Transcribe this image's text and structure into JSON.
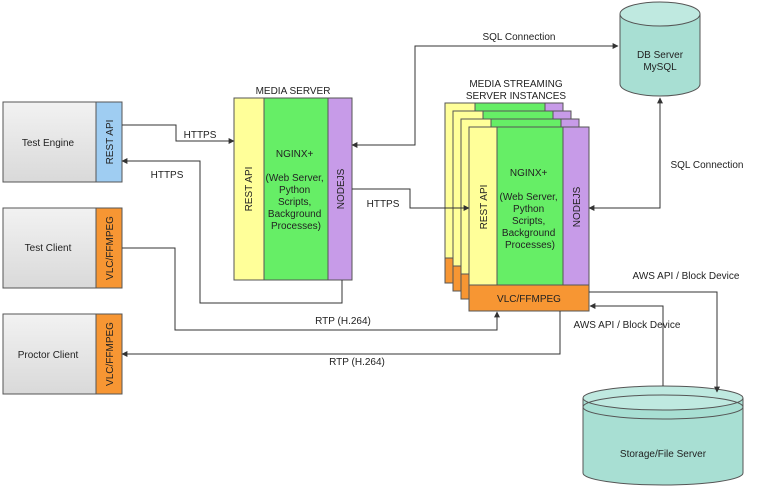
{
  "clients": {
    "test_engine": {
      "name": "Test Engine",
      "side": "REST API"
    },
    "test_client": {
      "name": "Test Client",
      "side": "VLC/FFMPEG"
    },
    "proctor_client": {
      "name": "Proctor Client",
      "side": "VLC/FFMPEG"
    }
  },
  "media_server": {
    "title": "MEDIA SERVER",
    "rest_api": "REST API",
    "nginx_lines": [
      "NGINX+",
      "",
      "(Web Server,",
      "Python",
      "Scripts,",
      "Background",
      "Processes)"
    ],
    "nodejs": "NODEJS"
  },
  "streaming": {
    "title_line1": "MEDIA STREAMING",
    "title_line2": "SERVER INSTANCES",
    "rest_api": "REST API",
    "nginx_lines": [
      "NGINX+",
      "",
      "(Web Server,",
      "Python",
      "Scripts,",
      "Background",
      "Processes)"
    ],
    "nodejs": "NODEJS",
    "vlc": "VLC/FFMPEG"
  },
  "db": {
    "line1": "DB Server",
    "line2": "MySQL"
  },
  "storage": {
    "name": "Storage/File Server"
  },
  "edges": {
    "https_engine_to_media": "HTTPS",
    "https_media_to_engine": "HTTPS",
    "https_media_to_streaming": "HTTPS",
    "sql_media_db": "SQL Connection",
    "sql_streaming_db": "SQL Connection",
    "rtp_client_to_streaming": "RTP (H.264)",
    "rtp_streaming_to_proctor": "RTP (H.264)",
    "aws_streaming_to_storage": "AWS API / Block Device",
    "aws_storage_to_streaming": "AWS API / Block Device"
  },
  "colors": {
    "client_fill": "#e6e6e6",
    "rest_blue": "#9fcdf2",
    "vlc_orange": "#f79633",
    "rest_yellow": "#ffff99",
    "nginx_green": "#66ee66",
    "nodejs_purple": "#c79be8",
    "storage_teal": "#a8dfd3"
  }
}
